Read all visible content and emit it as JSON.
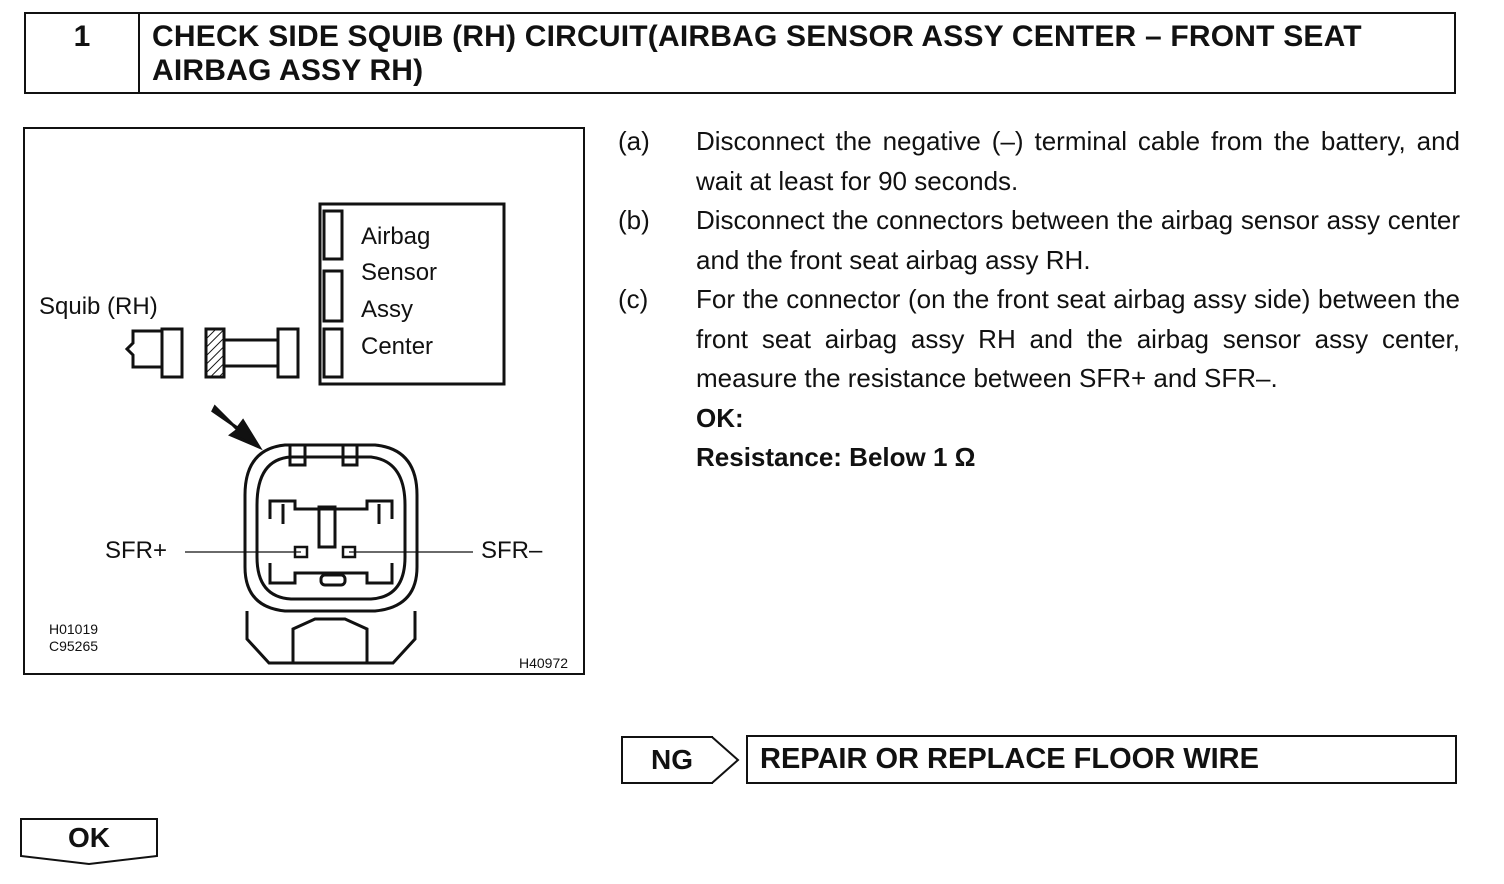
{
  "header": {
    "step_number": "1",
    "title": "CHECK SIDE SQUIB (RH) CIRCUIT(AIRBAG SENSOR ASSY CENTER – FRONT SEAT AIRBAG ASSY RH)"
  },
  "figure": {
    "airbag_sensor_lines": [
      "Airbag",
      "Sensor",
      "Assy",
      "Center"
    ],
    "squib_label": "Squib (RH)",
    "terminal_plus": "SFR+",
    "terminal_minus": "SFR–",
    "code_1": "H01019",
    "code_2": "C95265",
    "code_3": "H40972"
  },
  "steps": [
    {
      "label": "(a)",
      "text": "Disconnect the negative (–) terminal cable from the battery, and wait at least for 90 seconds."
    },
    {
      "label": "(b)",
      "text": "Disconnect the connectors between the airbag sensor assy center and the front seat airbag assy RH."
    },
    {
      "label": "(c)",
      "text": "For the connector (on the front seat airbag assy side) between the front seat airbag assy RH and the airbag sensor assy center, measure the resistance between SFR+ and SFR–."
    }
  ],
  "spec": {
    "ok_heading": "OK:",
    "resistance": "Resistance: Below 1 Ω"
  },
  "results": {
    "ng_label": "NG",
    "ng_action": "REPAIR OR REPLACE FLOOR WIRE",
    "ok_label": "OK"
  }
}
